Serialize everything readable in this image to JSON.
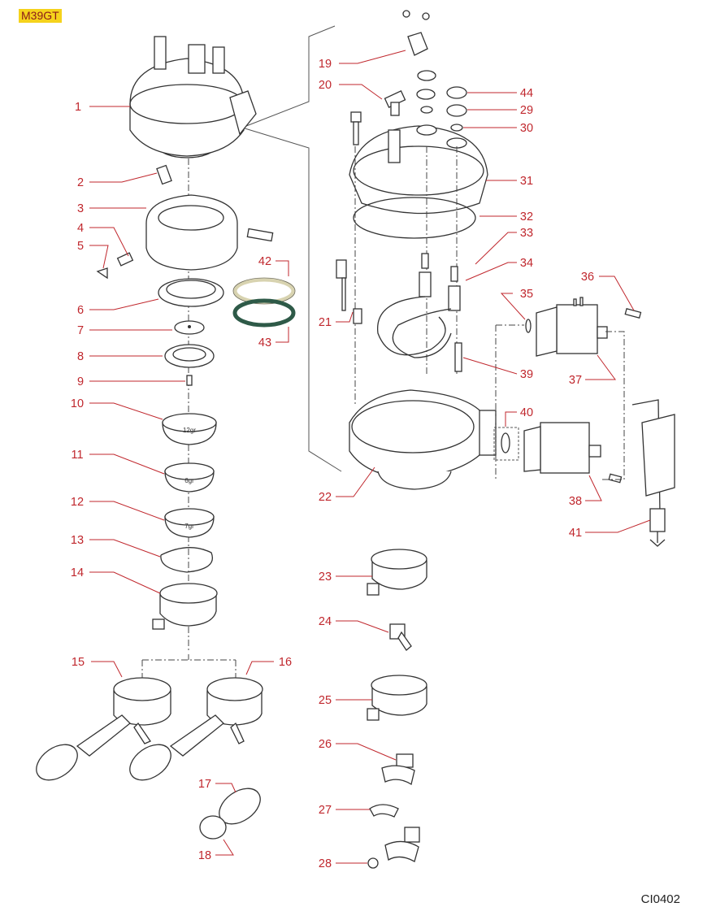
{
  "model_badge": "M39GT",
  "drawing_code": "CI0402",
  "colors": {
    "callout": "#c0272d",
    "badge_bg": "#f5d21c",
    "badge_text": "#8b1a1a",
    "gasket_42": "#d8d3b0",
    "gasket_43": "#2e5a48"
  },
  "basket_marks": {
    "b10": "12gr",
    "b11": "6gr",
    "b12": "7gr"
  },
  "callouts": [
    "1",
    "2",
    "3",
    "4",
    "5",
    "6",
    "7",
    "8",
    "9",
    "10",
    "11",
    "12",
    "13",
    "14",
    "15",
    "16",
    "17",
    "18",
    "19",
    "20",
    "21",
    "22",
    "23",
    "24",
    "25",
    "26",
    "27",
    "28",
    "29",
    "30",
    "31",
    "32",
    "33",
    "34",
    "35",
    "36",
    "37",
    "38",
    "39",
    "40",
    "41",
    "42",
    "43",
    "44"
  ]
}
